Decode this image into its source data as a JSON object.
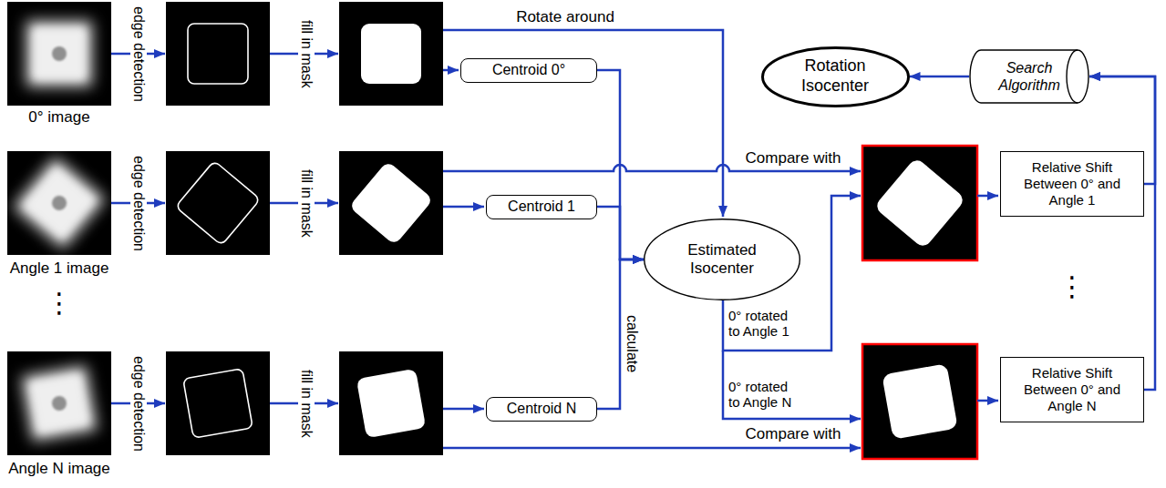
{
  "diagram": {
    "nodes": [
      {
        "text": [
          "Centroid 0°"
        ]
      },
      {
        "text": [
          "Centroid 1"
        ]
      },
      {
        "text": [
          "Centroid N"
        ]
      },
      {
        "text": [
          "Estimated Isocenter"
        ]
      },
      {
        "text": [
          "Relative Shift Between 0° and Angle 1"
        ]
      },
      {
        "text": [
          "Relative Shift Between 0° and Angle N"
        ]
      },
      {
        "text": [
          "Search Algorithm"
        ]
      },
      {
        "text": [
          "Rotation Isocenter"
        ]
      }
    ],
    "edges": [
      {
        "from": 0,
        "to": 3,
        "arrow": "to"
      },
      {
        "from": 1,
        "to": 3,
        "arrow": "to"
      },
      {
        "from": 2,
        "to": 3,
        "label": "calculate",
        "arrow": "to"
      },
      {
        "from": 4,
        "to": 6,
        "arrow": "to"
      },
      {
        "from": 5,
        "to": 6,
        "arrow": "to"
      },
      {
        "from": 6,
        "to": 7,
        "arrow": "to"
      }
    ],
    "labels": [
      "Rotate around",
      "0° image",
      "edge detection",
      "fill in mask",
      "edge detection",
      "fill in mask",
      "Compare with",
      "Angle 1 image",
      "⋮",
      "0° rotated to Angle 1",
      "⋮",
      "0° rotated to Angle N",
      "edge detection",
      "fill in mask",
      "Compare with",
      "Angle N image"
    ]
  }
}
